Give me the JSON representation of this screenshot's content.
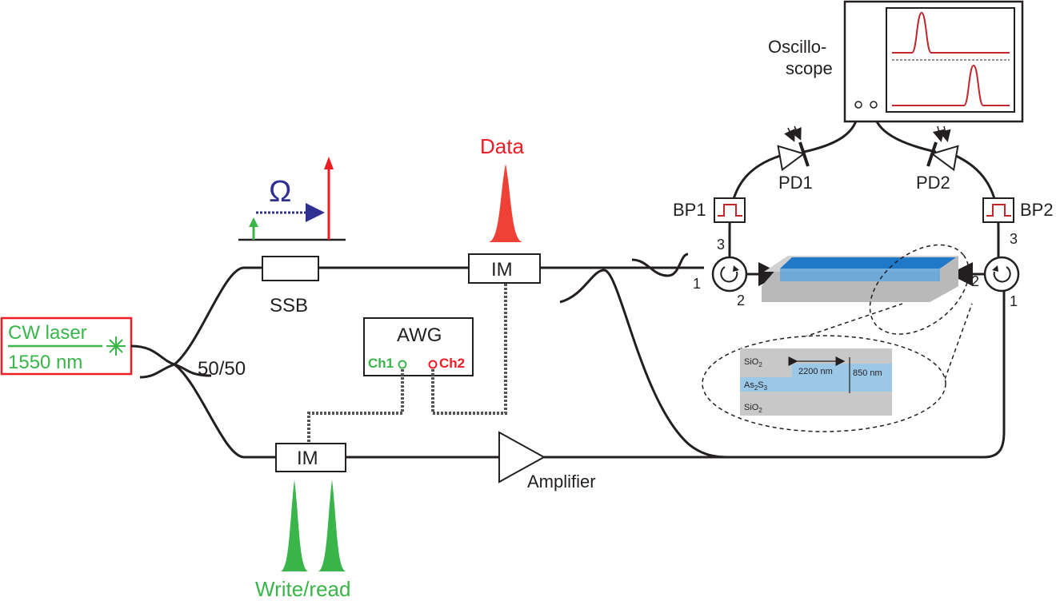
{
  "labels": {
    "cw_laser_line1": "CW laser",
    "cw_laser_line2": "1550 nm",
    "splitter": "50/50",
    "ssb": "SSB",
    "omega": "Ω",
    "data": "Data",
    "im_top": "IM",
    "im_bottom": "IM",
    "awg": "AWG",
    "ch1": "Ch1",
    "ch2": "Ch2",
    "write_read": "Write/read",
    "amplifier": "Amplifier",
    "bp1": "BP1",
    "bp2": "BP2",
    "pd1": "PD1",
    "pd2": "PD2",
    "oscilloscope_line1": "Oscillo-",
    "oscilloscope_line2": "scope",
    "circ_left_port1": "1",
    "circ_left_port2": "2",
    "circ_left_port3": "3",
    "circ_right_port1": "1",
    "circ_right_port2": "2",
    "circ_right_port3": "3",
    "inset_top_layer": "SiO",
    "inset_top_layer_sub": "2",
    "inset_core_layer": "As",
    "inset_core_sub1": "2",
    "inset_core_mid": "S",
    "inset_core_sub2": "3",
    "inset_bottom_layer": "SiO",
    "inset_bottom_layer_sub": "2",
    "inset_width": "2200 nm",
    "inset_height": "850 nm"
  },
  "colors": {
    "green": "#3ab54a",
    "red": "#ed1c24",
    "blue": "#2e3192",
    "scope_trace": "#c1272d",
    "waveguide_core": "#1f78c8",
    "inset_core": "#9cc8e8",
    "inset_cladding": "#c8c8c8"
  }
}
